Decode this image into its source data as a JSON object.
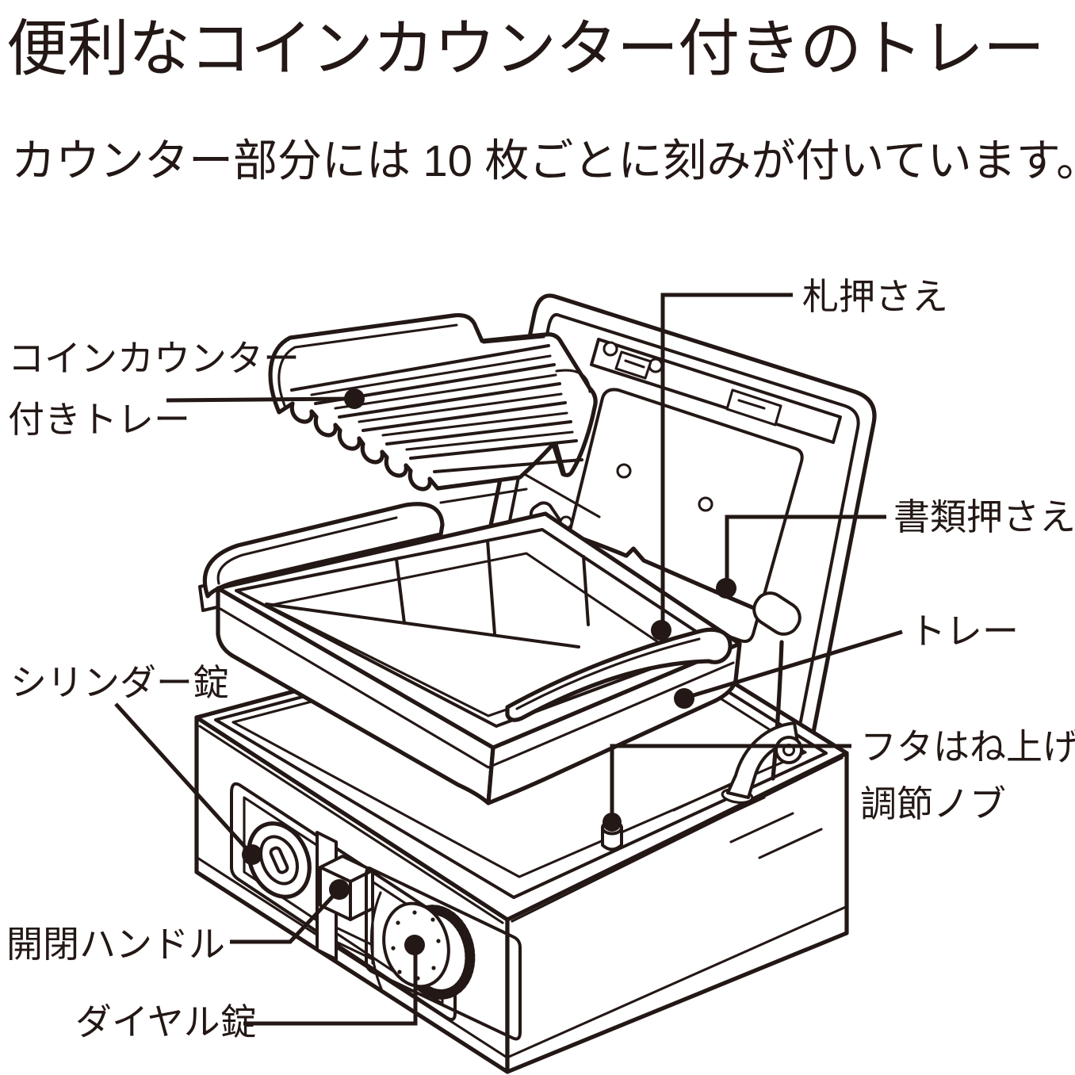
{
  "title": "便利なコインカウンター付きのトレー",
  "subtitle": "カウンター部分には 10 枚ごとに刻みが付いています。",
  "labels": {
    "coin_tray_line1": "コインカウンター",
    "coin_tray_line2": "付きトレー",
    "bill_press": "札押さえ",
    "document_press": "書類押さえ",
    "tray": "トレー",
    "lid_knob_line1": "フタはね上げ",
    "lid_knob_line2": "調節ノブ",
    "cylinder_lock": "シリンダー錠",
    "handle": "開閉ハンドル",
    "dial_lock": "ダイヤル錠"
  },
  "colors": {
    "ink": "#231815",
    "background": "#ffffff"
  }
}
